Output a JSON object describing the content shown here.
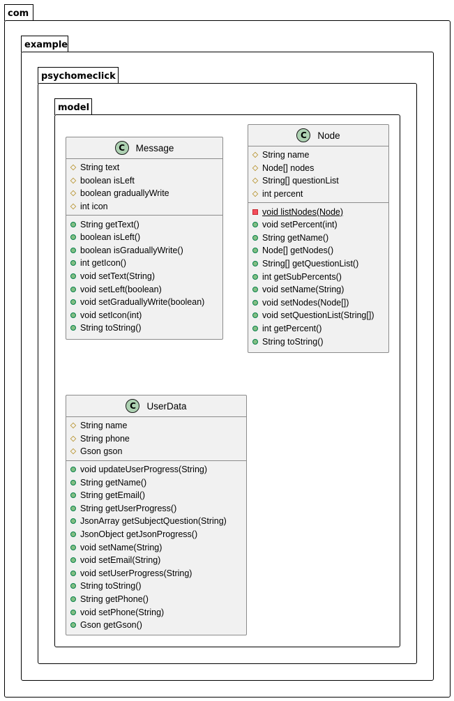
{
  "packages": {
    "com": "com",
    "example": "example",
    "psychomeclick": "psychomeclick",
    "model": "model"
  },
  "classes": {
    "message": {
      "name": "Message",
      "fields": [
        "String text",
        "boolean isLeft",
        "boolean graduallyWrite",
        "int icon"
      ],
      "methods": [
        "String getText()",
        "boolean isLeft()",
        "boolean isGraduallyWrite()",
        "int getIcon()",
        "void setText(String)",
        "void setLeft(boolean)",
        "void setGraduallyWrite(boolean)",
        "void setIcon(int)",
        "String toString()"
      ]
    },
    "node": {
      "name": "Node",
      "fields": [
        "String name",
        "Node[] nodes",
        "String[] questionList",
        "int percent"
      ],
      "methods": [
        "void listNodes(Node)",
        "void setPercent(int)",
        "String getName()",
        "Node[] getNodes()",
        "String[] getQuestionList()",
        "int getSubPercents()",
        "void setName(String)",
        "void setNodes(Node[])",
        "void setQuestionList(String[])",
        "int getPercent()",
        "String toString()"
      ]
    },
    "userdata": {
      "name": "UserData",
      "fields": [
        "String name",
        "String phone",
        "Gson gson"
      ],
      "methods": [
        "void updateUserProgress(String)",
        "String getName()",
        "String getEmail()",
        "String getUserProgress()",
        "JsonArray getSubjectQuestion(String)",
        "JsonObject getJsonProgress()",
        "void setName(String)",
        "void setEmail(String)",
        "void setUserProgress(String)",
        "String toString()",
        "String getPhone()",
        "void setPhone(String)",
        "Gson getGson()"
      ]
    }
  },
  "icon_letter": "C"
}
